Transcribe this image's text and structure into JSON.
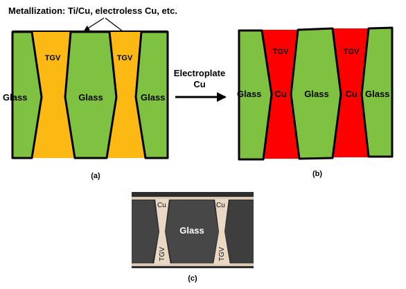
{
  "callout": "Metallization: Ti/Cu, electroless Cu, etc.",
  "panel_a": {
    "caption": "(a)",
    "via_label": "TGV",
    "glass_label": "Glass"
  },
  "arrow": {
    "line1": "Electroplate",
    "line2": "Cu"
  },
  "panel_b": {
    "caption": "(b)",
    "via_label": "TGV",
    "fill_label": "Cu",
    "glass_label": "Glass"
  },
  "panel_c": {
    "caption": "(c)",
    "glass_label": "Glass",
    "cu_label": "Cu",
    "tgv_label": "TGV"
  },
  "colors": {
    "glass": "#7fc241",
    "metallization": "#fdb913",
    "copper": "#ff0000",
    "photo_dark": "#3b3b3b",
    "photo_copper": "#e8d8c4"
  }
}
